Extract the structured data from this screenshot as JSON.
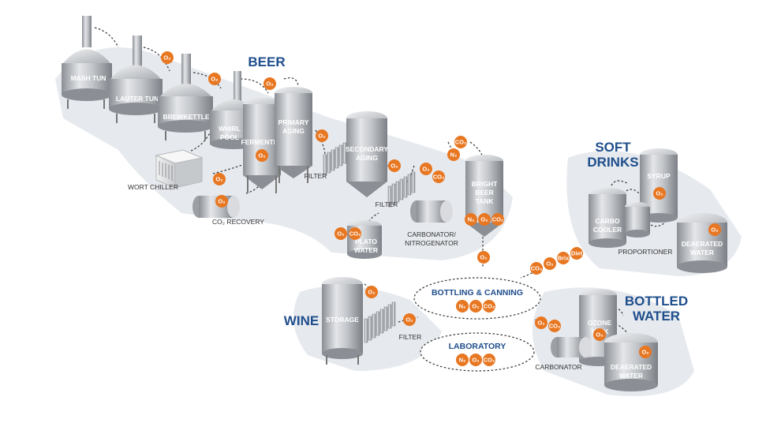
{
  "sections": {
    "beer": "BEER",
    "soft_drinks_line1": "SOFT",
    "soft_drinks_line2": "DRINKS",
    "wine": "WINE",
    "bottled_line1": "BOTTLED",
    "bottled_line2": "WATER"
  },
  "equipment": {
    "mash_tun": "MASH TUN",
    "lauter_tun": "LAUTER TUN",
    "brewkettle": "BREWKETTLE",
    "whirl_line1": "WHIRL",
    "whirl_line2": "POOL",
    "fermenter": "FERMENTER",
    "primary_line1": "PRIMARY",
    "primary_line2": "AGING",
    "wort_chiller": "WORT CHILLER",
    "co2_recovery": "CO₂ RECOVERY",
    "filter1": "FILTER",
    "secondary_line1": "SECONDARY",
    "secondary_line2": "AGING",
    "filter2": "FILTER",
    "bright_line1": "BRIGHT",
    "bright_line2": "BEER",
    "bright_line3": "TANK",
    "plato_line1": "PLATO",
    "plato_line2": "WATER",
    "carbonator_line1": "CARBONATOR/",
    "carbonator_line2": "NITROGENATOR",
    "carbo_line1": "CARBO",
    "carbo_line2": "COOLER",
    "syrup": "SYRUP",
    "proportioner": "PROPORTIONER",
    "deaerated1_line1": "DEAERATED",
    "deaerated1_line2": "WATER",
    "storage": "STORAGE",
    "filter3": "FILTER",
    "ozone_line1": "OZONE",
    "ozone_line2": "TANK",
    "carbonator2": "CARBONATOR",
    "deaerated2_line1": "DEAERATED",
    "deaerated2_line2": "WATER"
  },
  "processes": {
    "bottling": "BOTTLING & CANNING",
    "laboratory": "LABORATORY"
  },
  "gases": {
    "o2": "O₂",
    "co2": "CO₂",
    "n2": "N₂",
    "o3": "O₃",
    "brix": "Brix",
    "diet": "Diet"
  },
  "colors": {
    "gas_badge": "#e87722",
    "section_title": "#1f4e8c",
    "ground": "#e6e9ee",
    "steel_light": "#e4e6e9",
    "steel_dark": "#8b8f95"
  }
}
